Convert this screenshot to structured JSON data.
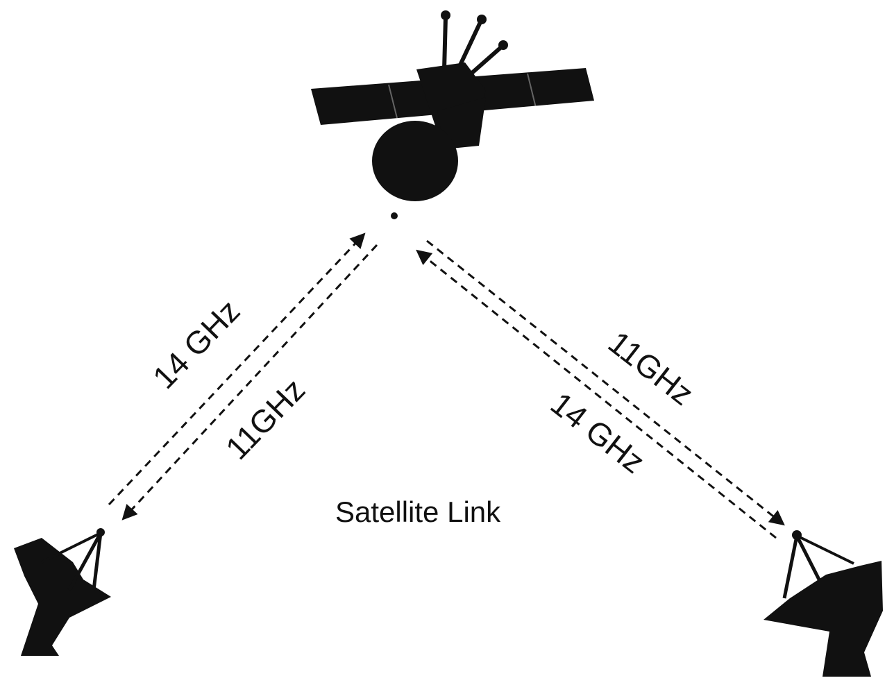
{
  "caption": "Satellite Link",
  "links": {
    "left_uplink": "14 GHz",
    "left_downlink": "11GHz",
    "right_downlink": "11GHz",
    "right_uplink": "14 GHz"
  },
  "colors": {
    "ink": "#111111",
    "background": "#ffffff"
  }
}
